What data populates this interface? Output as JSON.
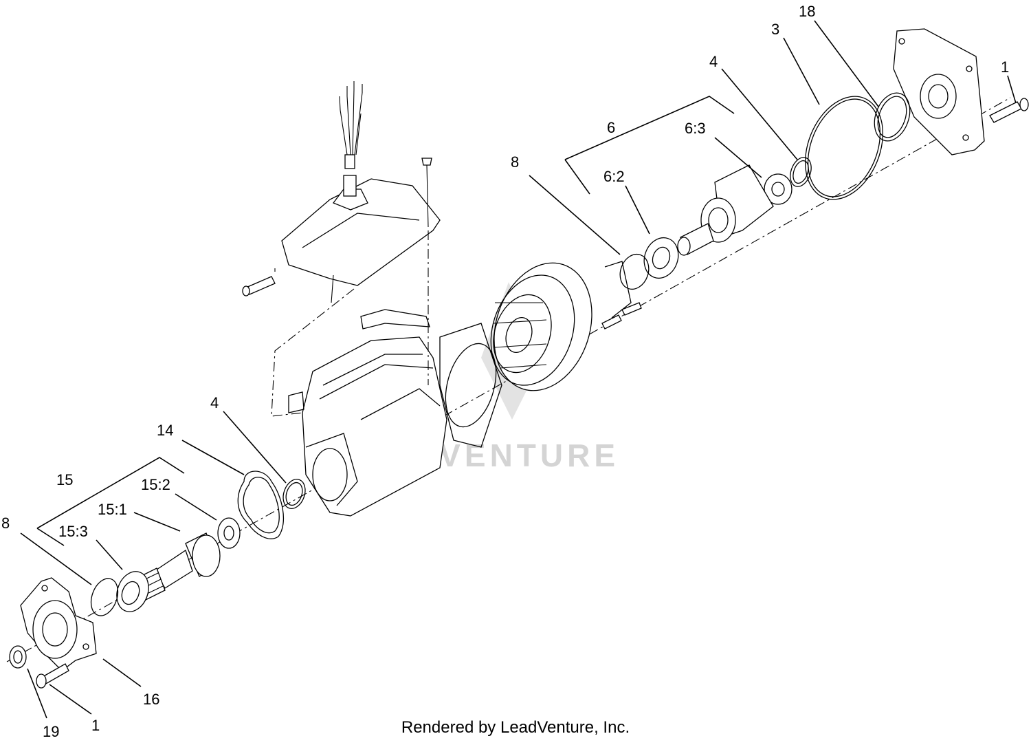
{
  "watermark": "LEADVENTURE",
  "footer": "Rendered by LeadVenture, Inc.",
  "callouts": {
    "c1_top": "1",
    "c18": "18",
    "c3": "3",
    "c4_top": "4",
    "c6": "6",
    "c6_3": "6:3",
    "c6_2": "6:2",
    "c8_top": "8",
    "c4_mid": "4",
    "c14": "14",
    "c15": "15",
    "c15_2": "15:2",
    "c15_1": "15:1",
    "c15_3": "15:3",
    "c8_left": "8",
    "c16": "16",
    "c19": "19",
    "c1_bottom": "1"
  }
}
